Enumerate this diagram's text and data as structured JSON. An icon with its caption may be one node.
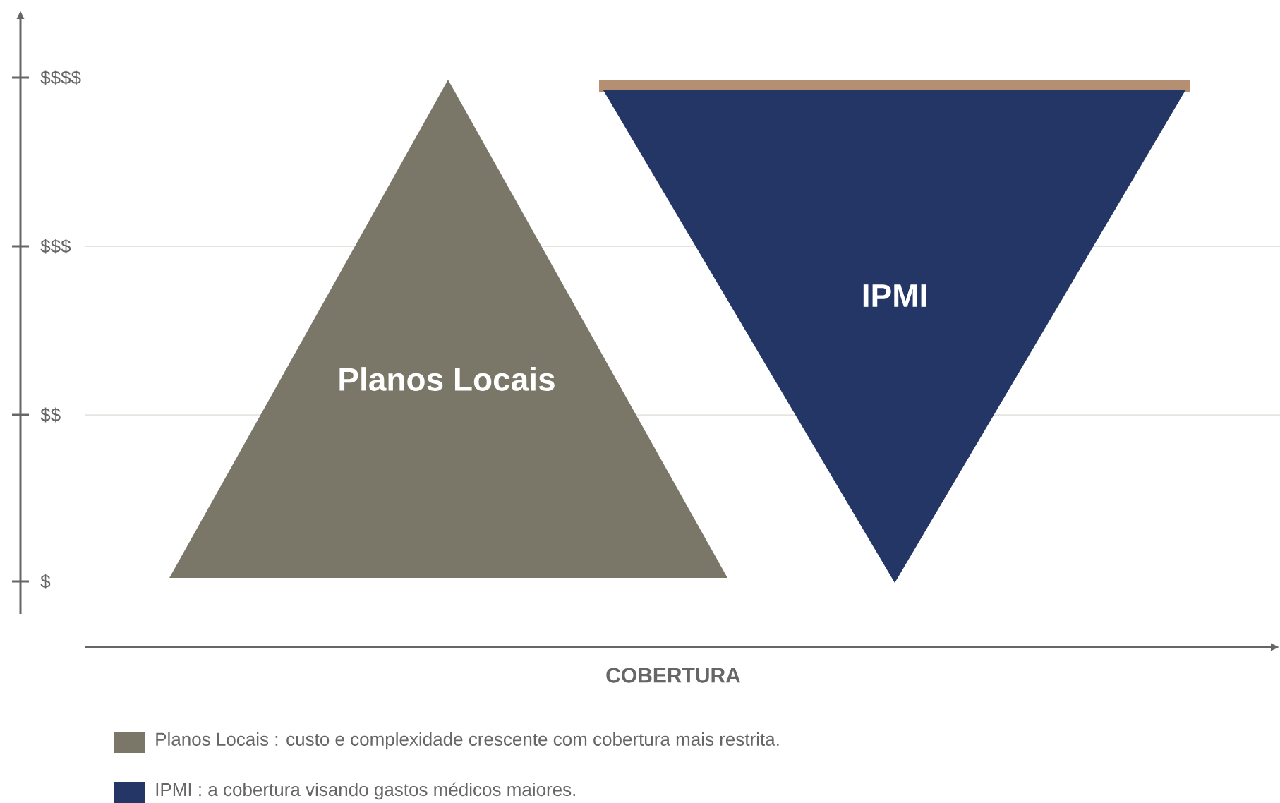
{
  "diagram": {
    "nodes": [
      {
        "text": [
          "Planos Locais"
        ]
      },
      {
        "text": [
          "IPMI"
        ]
      }
    ],
    "labels": [
      "$$$$",
      "$$$",
      "$$",
      "$",
      "COBERTURA"
    ],
    "legend": [
      {
        "text": "Planos Locais : custo e complexidade crescente com cobertura mais restrita.",
        "color": "#7b7768"
      },
      {
        "text": "IPMI : a cobertura visando gastos médicos maiores.",
        "color": "#233665"
      }
    ]
  }
}
